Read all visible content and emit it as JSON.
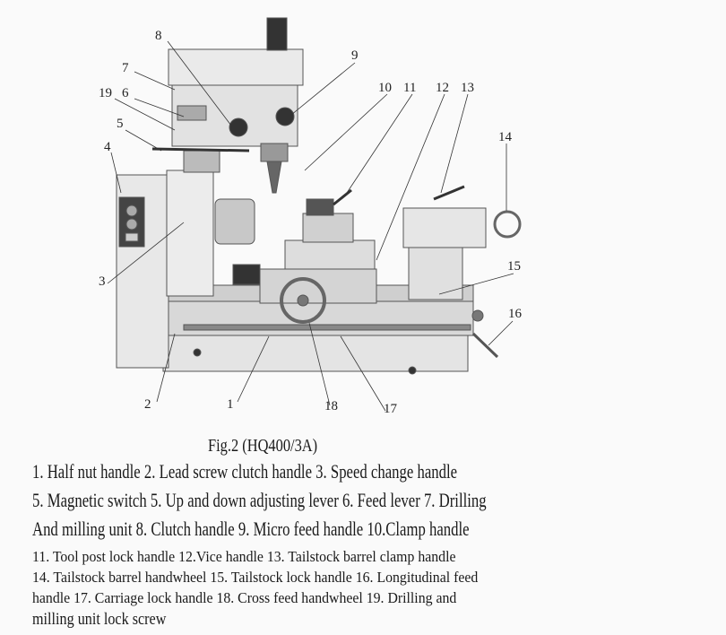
{
  "figure": {
    "callouts": [
      "1",
      "2",
      "3",
      "4",
      "5",
      "6",
      "7",
      "8",
      "9",
      "10",
      "11",
      "12",
      "13",
      "14",
      "15",
      "16",
      "17",
      "18",
      "19"
    ],
    "caption": "Fig.2    (HQ400/3A)"
  },
  "legend_lines": [
    "1.  Half nut handle 2. Lead screw clutch handle 3. Speed change handle",
    "5.  Magnetic switch    5. Up and down adjusting lever 6. Feed lever 7. Drilling",
    "And milling unit 8. Clutch handle 9. Micro feed handle 10.Clamp handle",
    "11. Tool post lock handle 12.Vice handle 13. Tailstock barrel clamp handle",
    "14. Tailstock barrel handwheel 15. Tailstock lock handle 16. Longitudinal feed",
    "handle 17. Carriage lock handle 18. Cross feed handwheel 19. Drilling and",
    "milling unit lock screw"
  ]
}
